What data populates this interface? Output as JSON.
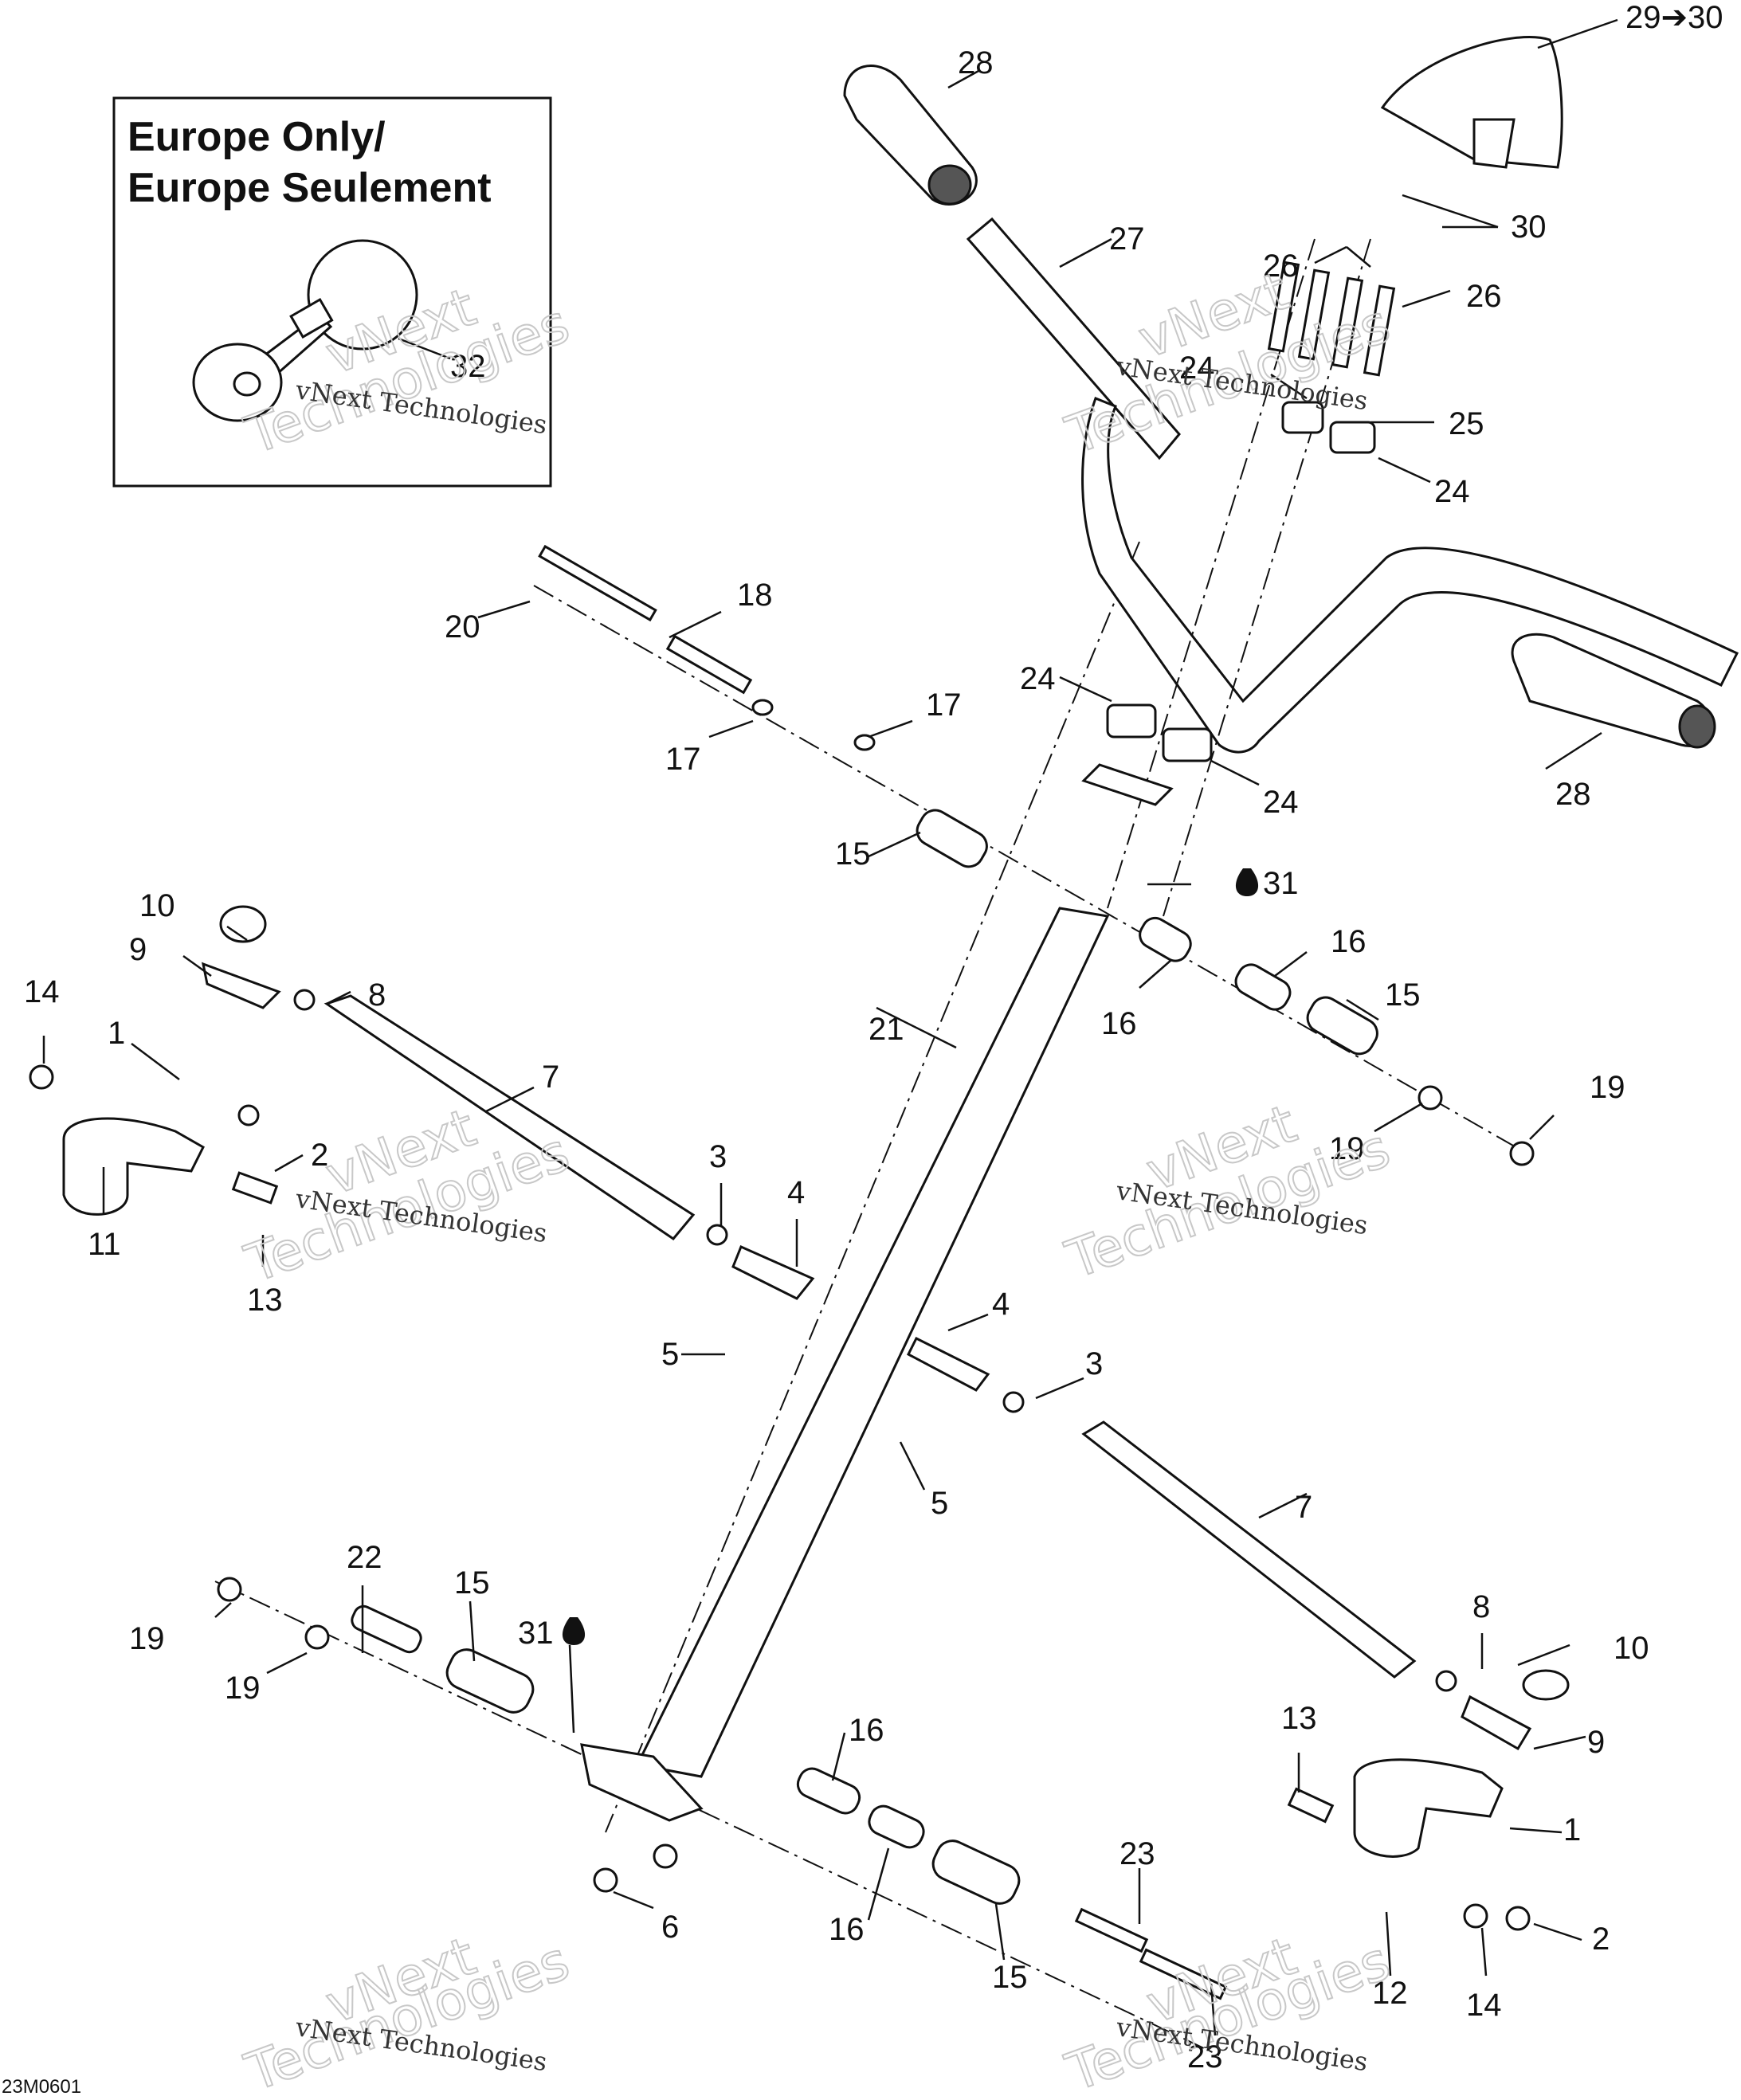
{
  "inset": {
    "title_line1": "Europe Only/",
    "title_line2": "Europe Seulement"
  },
  "watermark": {
    "line1": "vNext",
    "line2": "Technologies",
    "small": "vNext Technologies"
  },
  "drawing_code": "23M0601",
  "callouts": {
    "c28a": "28",
    "c2930": "29➔30",
    "c27": "27",
    "c30": "30",
    "c26a": "26",
    "c26b": "26",
    "c24a": "24",
    "c25": "25",
    "c24b": "24",
    "c32": "32",
    "c20": "20",
    "c18": "18",
    "c17a": "17",
    "c17b": "17",
    "c24c": "24",
    "c24d": "24",
    "c28b": "28",
    "c15a": "15",
    "c31a": "31",
    "c16a": "16",
    "c16b": "16",
    "c15b": "15",
    "c10a": "10",
    "c9a": "9",
    "c8a": "8",
    "c14a": "14",
    "c1a": "1",
    "c7a": "7",
    "c21": "21",
    "c19a": "19",
    "c19b": "19",
    "c2a": "2",
    "c3a": "3",
    "c4a": "4",
    "c11": "11",
    "c13a": "13",
    "c4b": "4",
    "c3b": "3",
    "c5a": "5",
    "c5b": "5",
    "c7b": "7",
    "c22": "22",
    "c15c": "15",
    "c31b": "31",
    "c19c": "19",
    "c8b": "8",
    "c10b": "10",
    "c19d": "19",
    "c13b": "13",
    "c9b": "9",
    "c16c": "16",
    "c23a": "23",
    "c1b": "1",
    "c6": "6",
    "c16d": "16",
    "c2b": "2",
    "c15d": "15",
    "c12": "12",
    "c14b": "14",
    "c23b": "23"
  }
}
